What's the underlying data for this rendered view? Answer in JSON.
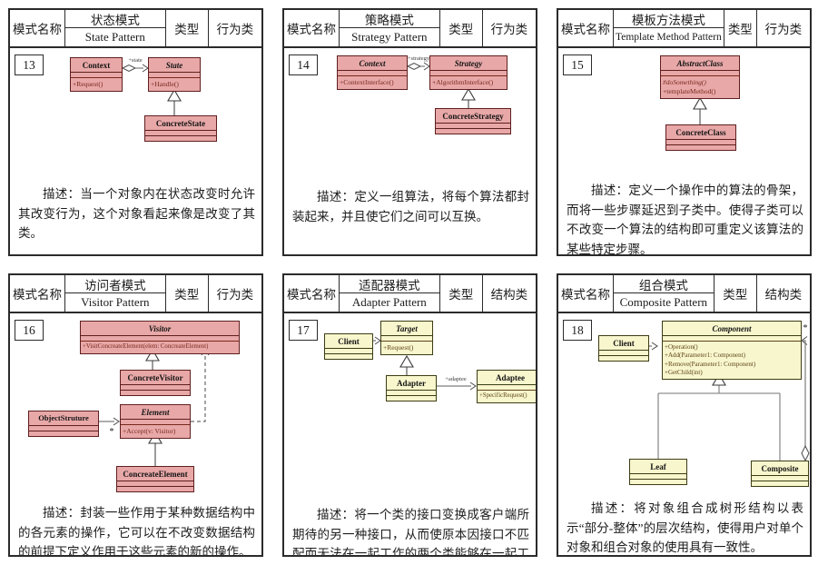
{
  "colors": {
    "class_box_pink_fill": "#e9a8a8",
    "class_box_pink_border": "#5e1f1f",
    "class_box_yellow_fill": "#f8f6cd",
    "class_box_yellow_border": "#3c3c14",
    "method_text": "#77291c",
    "connector_gray": "#8a8a8a"
  },
  "cards": [
    {
      "number": "13",
      "field_name_label": "模式名称",
      "pattern_cn": "状态模式",
      "pattern_en": "State Pattern",
      "type_label": "类型",
      "category": "行为类",
      "description": "描述：当一个对象内在状态改变时允许其改变行为，这个对象看起来像是改变了其类。",
      "diagram": {
        "boxes": {
          "context": {
            "name": "Context",
            "method": "+Request()"
          },
          "state": {
            "name": "State",
            "method": "+Handle()"
          },
          "concrete_state": {
            "name": "ConcreteState"
          }
        },
        "labels": {
          "association": "+state"
        }
      }
    },
    {
      "number": "14",
      "field_name_label": "模式名称",
      "pattern_cn": "策略模式",
      "pattern_en": "Strategy Pattern",
      "type_label": "类型",
      "category": "行为类",
      "description": "描述：定义一组算法，将每个算法都封装起来，并且使它们之间可以互换。",
      "diagram": {
        "boxes": {
          "context": {
            "name": "Context",
            "method": "+ContextInterface()"
          },
          "strategy": {
            "name": "Strategy",
            "method": "+AlgorithmInterface()"
          },
          "concrete_strategy": {
            "name": "ConcreteStrategy"
          }
        },
        "labels": {
          "association": "+strategy"
        }
      }
    },
    {
      "number": "15",
      "field_name_label": "模式名称",
      "pattern_cn": "模板方法模式",
      "pattern_en": "Template Method Pattern",
      "type_label": "类型",
      "category": "行为类",
      "description": "描述：定义一个操作中的算法的骨架，而将一些步骤延迟到子类中。使得子类可以不改变一个算法的结构即可重定义该算法的某些特定步骤。",
      "diagram": {
        "boxes": {
          "abstract_class": {
            "name": "AbstractClass",
            "methods": [
              "#doSomething()",
              "+templateMethod()"
            ]
          },
          "concrete_class": {
            "name": "ConcreteClass"
          }
        }
      }
    },
    {
      "number": "16",
      "field_name_label": "模式名称",
      "pattern_cn": "访问者模式",
      "pattern_en": "Visitor Pattern",
      "type_label": "类型",
      "category": "行为类",
      "description": "描述：封装一些作用于某种数据结构中的各元素的操作，它可以在不改变数据结构的前提下定义作用于这些元素的新的操作。",
      "diagram": {
        "boxes": {
          "visitor": {
            "name": "Visitor",
            "method": "+VisitConcreateElement(elem: ConcreateElement)"
          },
          "concrete_visitor": {
            "name": "ConcreteVisitor"
          },
          "object_struture": {
            "name": "ObjectStruture"
          },
          "element": {
            "name": "Element",
            "method": "+Accept(v: Visitor)"
          },
          "concreate_element": {
            "name": "ConcreateElement"
          }
        },
        "labels": {
          "multiplicity": "*"
        }
      }
    },
    {
      "number": "17",
      "field_name_label": "模式名称",
      "pattern_cn": "适配器模式",
      "pattern_en": "Adapter Pattern",
      "type_label": "类型",
      "category": "结构类",
      "description": "描述：将一个类的接口变换成客户端所期待的另一种接口，从而使原本因接口不匹配而无法在一起工作的两个类能够在一起工作。",
      "diagram": {
        "boxes": {
          "client": {
            "name": "Client"
          },
          "target": {
            "name": "Target",
            "method": "+Request()"
          },
          "adapter": {
            "name": "Adapter"
          },
          "adaptee": {
            "name": "Adaptee",
            "method": "+SpecificRequest()"
          }
        },
        "labels": {
          "association": "+adaptee"
        }
      }
    },
    {
      "number": "18",
      "field_name_label": "模式名称",
      "pattern_cn": "组合模式",
      "pattern_en": "Composite Pattern",
      "type_label": "类型",
      "category": "结构类",
      "description": "描述：将对象组合成树形结构以表示“部分-整体”的层次结构，使得用户对单个对象和组合对象的使用具有一致性。",
      "diagram": {
        "boxes": {
          "client": {
            "name": "Client"
          },
          "component": {
            "name": "Component",
            "methods": [
              "+Operation()",
              "+Add(Parameter1: Component)",
              "+Remove(Parameter1: Component)",
              "+GetChild(int)"
            ]
          },
          "leaf": {
            "name": "Leaf"
          },
          "composite": {
            "name": "Composite"
          }
        },
        "labels": {
          "multiplicity": "*"
        }
      }
    }
  ]
}
